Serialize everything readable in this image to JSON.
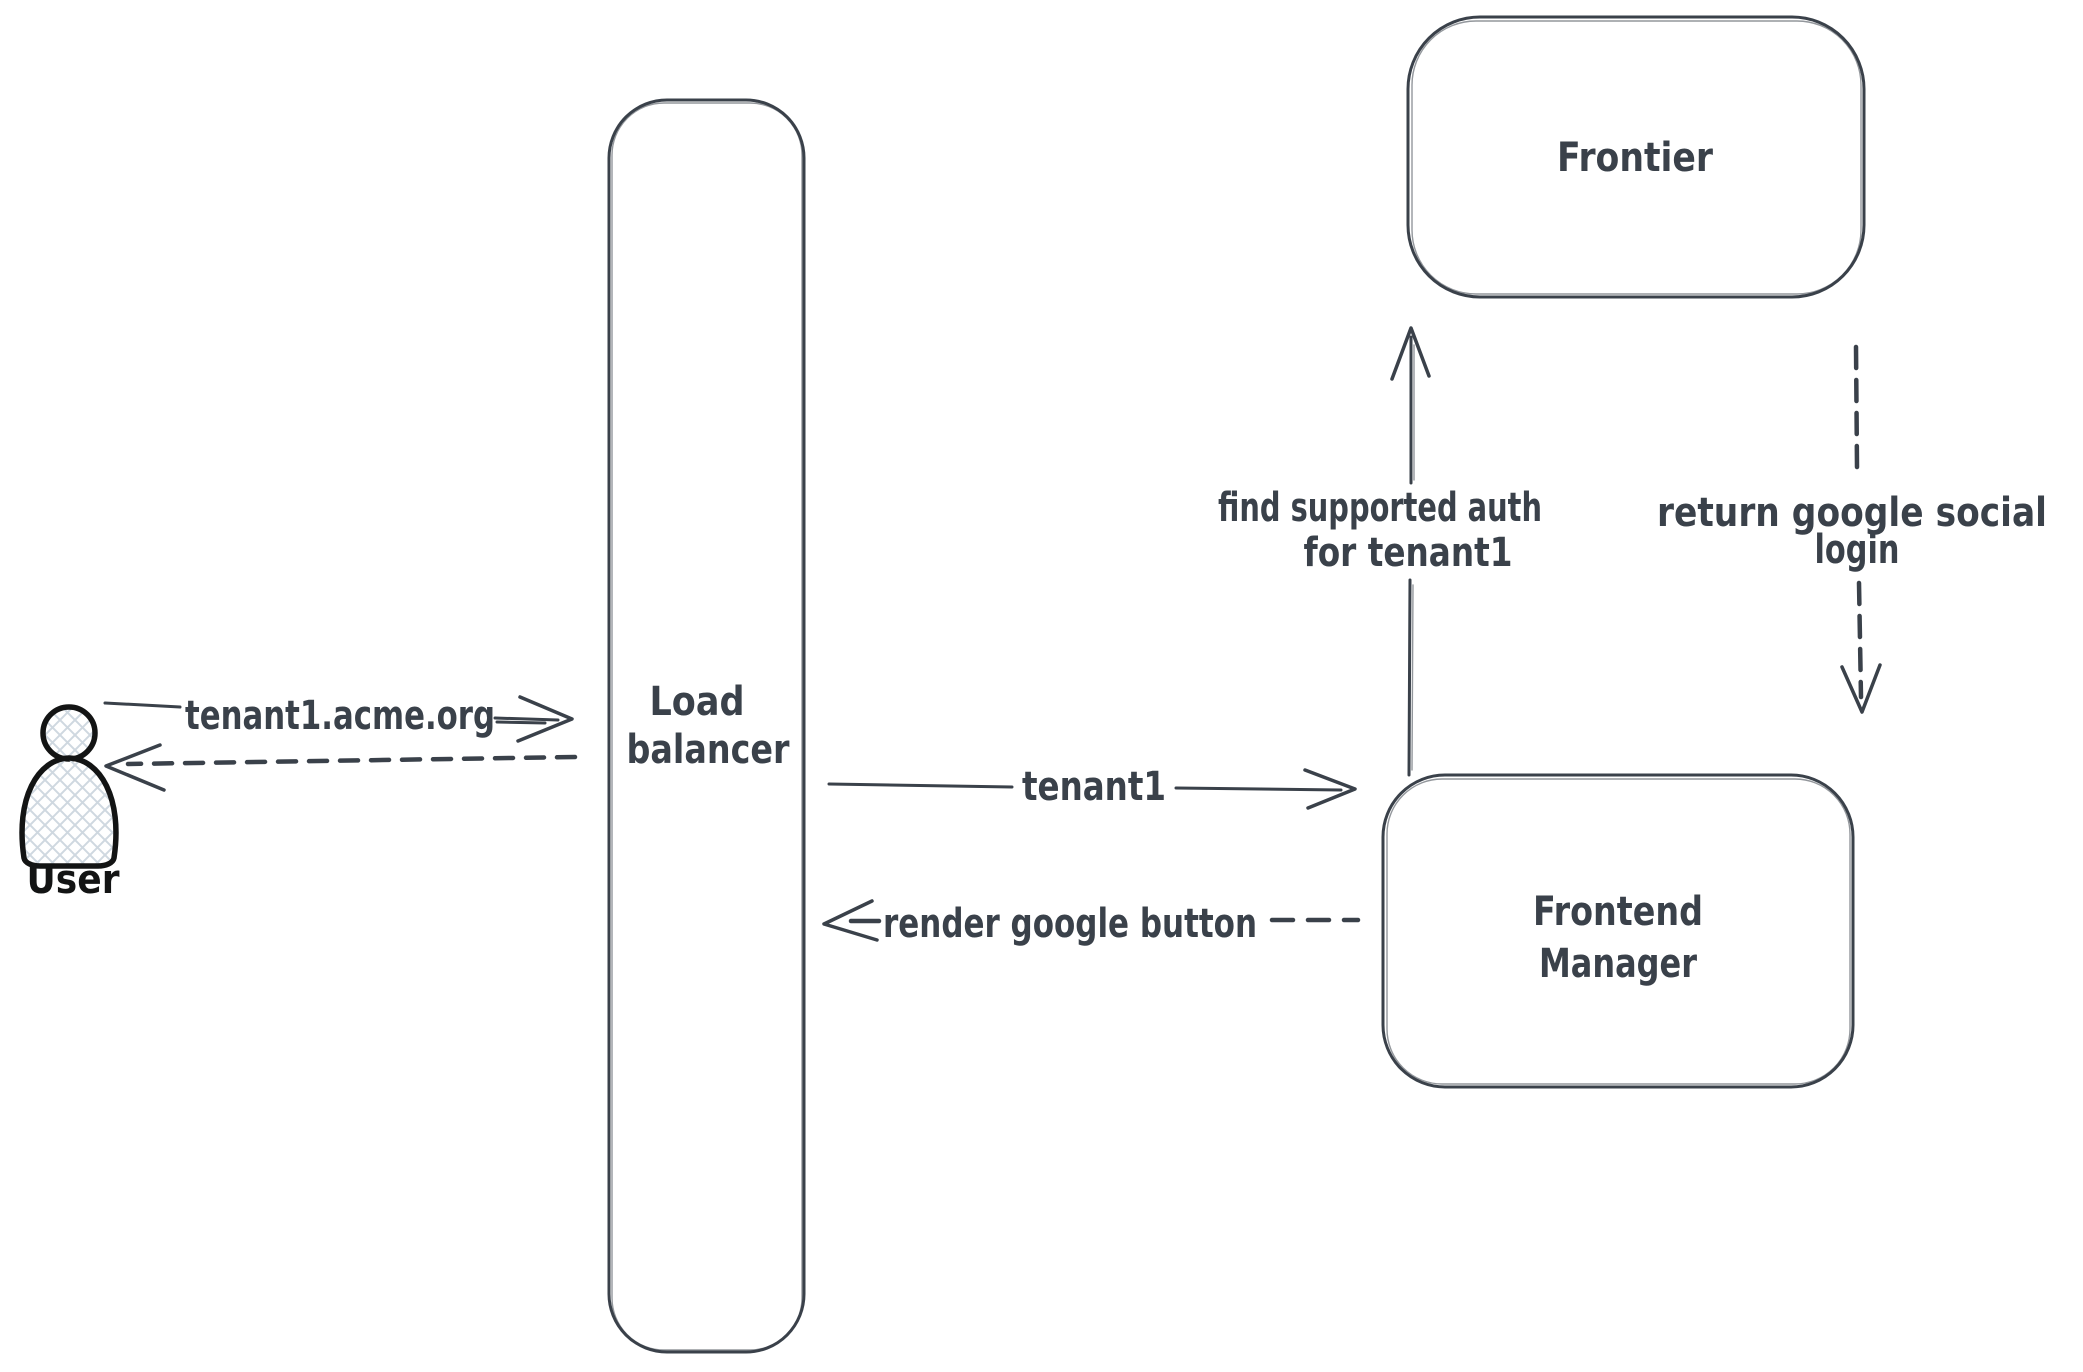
{
  "canvas": {
    "background": "#ffffff",
    "ink_color": "#3a414a",
    "figure_ink_color": "#131414",
    "figure_hatch_color": "#cfd8e0",
    "style": "hand-drawn whiteboard sketch"
  },
  "nodes": {
    "user": {
      "label": "User",
      "icon": "person-icon"
    },
    "load_balancer": {
      "label_line1": "Load",
      "label_line2": "balancer",
      "shape": "tall-rounded-rectangle"
    },
    "frontier": {
      "label": "Frontier",
      "shape": "rounded-rectangle"
    },
    "frontend_manager": {
      "label_line1": "Frontend",
      "label_line2": "Manager",
      "shape": "rounded-rectangle"
    }
  },
  "edges": {
    "user_to_lb": {
      "from": "User",
      "to": "Load balancer",
      "style": "solid",
      "label": "tenant1.acme.org"
    },
    "lb_to_user": {
      "from": "Load balancer",
      "to": "User",
      "style": "dashed"
    },
    "lb_to_fm": {
      "from": "Load balancer",
      "to": "Frontend Manager",
      "style": "solid",
      "label": "tenant1"
    },
    "fm_to_lb": {
      "from": "Frontend Manager",
      "to": "Load balancer",
      "style": "dashed",
      "label": "render google button"
    },
    "fm_to_frontier": {
      "from": "Frontend Manager",
      "to": "Frontier",
      "style": "solid",
      "label_line1": "find supported auth",
      "label_line2": "for tenant1"
    },
    "frontier_to_fm": {
      "from": "Frontier",
      "to": "Frontend Manager",
      "style": "dashed",
      "label_line1": "return google social",
      "label_line2": "login"
    }
  }
}
